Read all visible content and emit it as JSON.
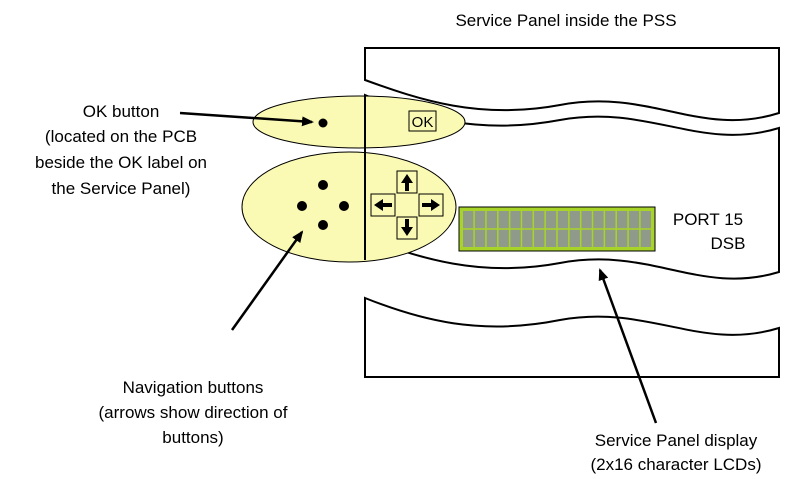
{
  "diagram": {
    "title": "Service Panel inside the PSS",
    "ok_callout": {
      "lines": [
        "OK button",
        "(located on the PCB",
        "beside the OK label on",
        "the Service Panel)"
      ]
    },
    "ok_label": "OK",
    "display_text": [
      "PORT 15",
      "DSB"
    ],
    "display_cells": {
      "rows": 2,
      "cols": 16
    },
    "nav_callout": {
      "lines": [
        "Navigation buttons",
        "(arrows show direction of",
        "buttons)"
      ]
    },
    "display_callout": {
      "lines": [
        "Service Panel display",
        "(2x16 character LCDs)"
      ]
    },
    "colors": {
      "ellipse_fill": "#fafab4",
      "lcd_fill": "#a8d42a",
      "lcd_cell": "#8f9a8a"
    }
  }
}
